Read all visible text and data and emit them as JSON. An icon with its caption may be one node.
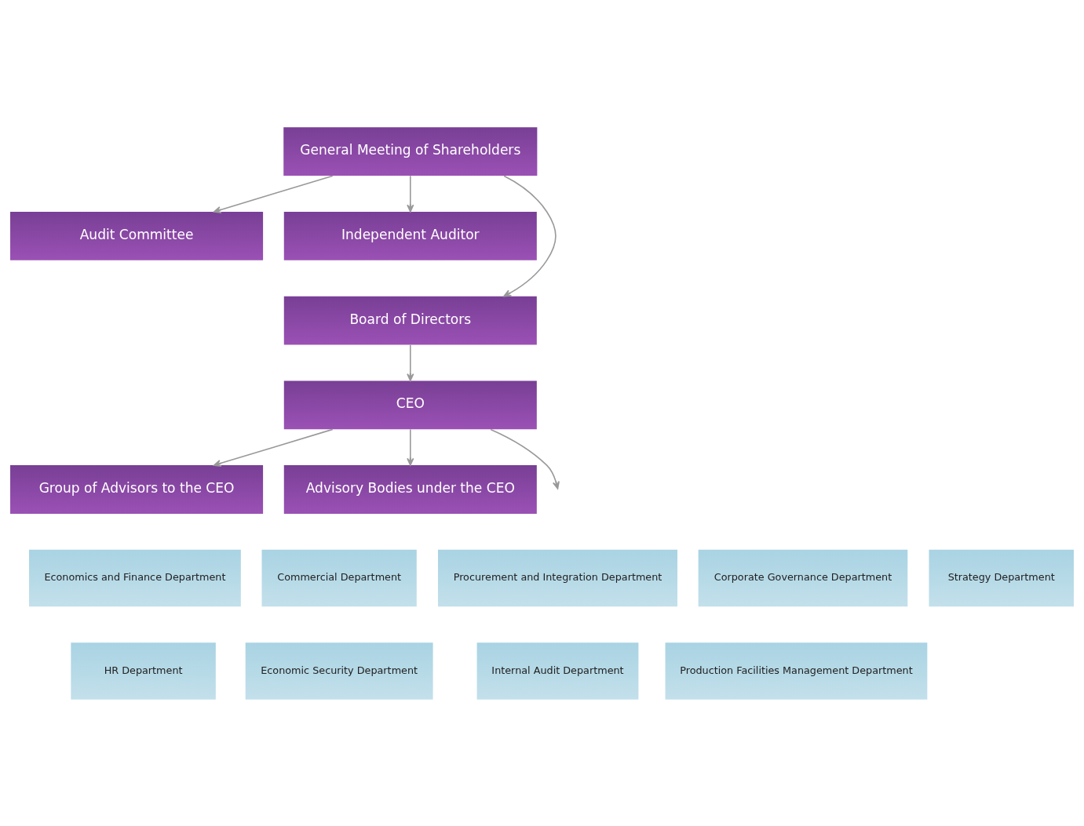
{
  "diagram": {
    "nodes": [
      {
        "text": [
          "General Meeting of Shareholders"
        ]
      },
      {
        "text": [
          "Audit Committee"
        ]
      },
      {
        "text": [
          "Independent Auditor"
        ]
      },
      {
        "text": [
          "Board of Directors"
        ]
      },
      {
        "text": [
          "CEO"
        ]
      },
      {
        "text": [
          "Group of Advisors to the CEO"
        ]
      },
      {
        "text": [
          "Advisory Bodies under the CEO"
        ]
      },
      {
        "text": [
          "Economics and Finance Department"
        ]
      },
      {
        "text": [
          "Commercial Department"
        ]
      },
      {
        "text": [
          "Procurement and Integration Department"
        ]
      },
      {
        "text": [
          "Corporate Governance Department"
        ]
      },
      {
        "text": [
          "Strategy Department"
        ]
      },
      {
        "text": [
          "HR Department"
        ]
      },
      {
        "text": [
          "Economic Security Department"
        ]
      },
      {
        "text": [
          "Internal Audit Department"
        ]
      },
      {
        "text": [
          "Production Facilities Management Department"
        ]
      }
    ],
    "edges": [
      {
        "from": 0,
        "to": 1,
        "arrow": "to"
      },
      {
        "from": 0,
        "to": 2,
        "arrow": "to"
      },
      {
        "from": 0,
        "to": 3,
        "arrow": "to"
      },
      {
        "from": 3,
        "to": 4,
        "arrow": "to"
      },
      {
        "from": 4,
        "to": 5,
        "arrow": "to"
      },
      {
        "from": 4,
        "to": 6,
        "arrow": "to"
      },
      {
        "from": 4,
        "to": null,
        "arrow": "to"
      }
    ]
  }
}
